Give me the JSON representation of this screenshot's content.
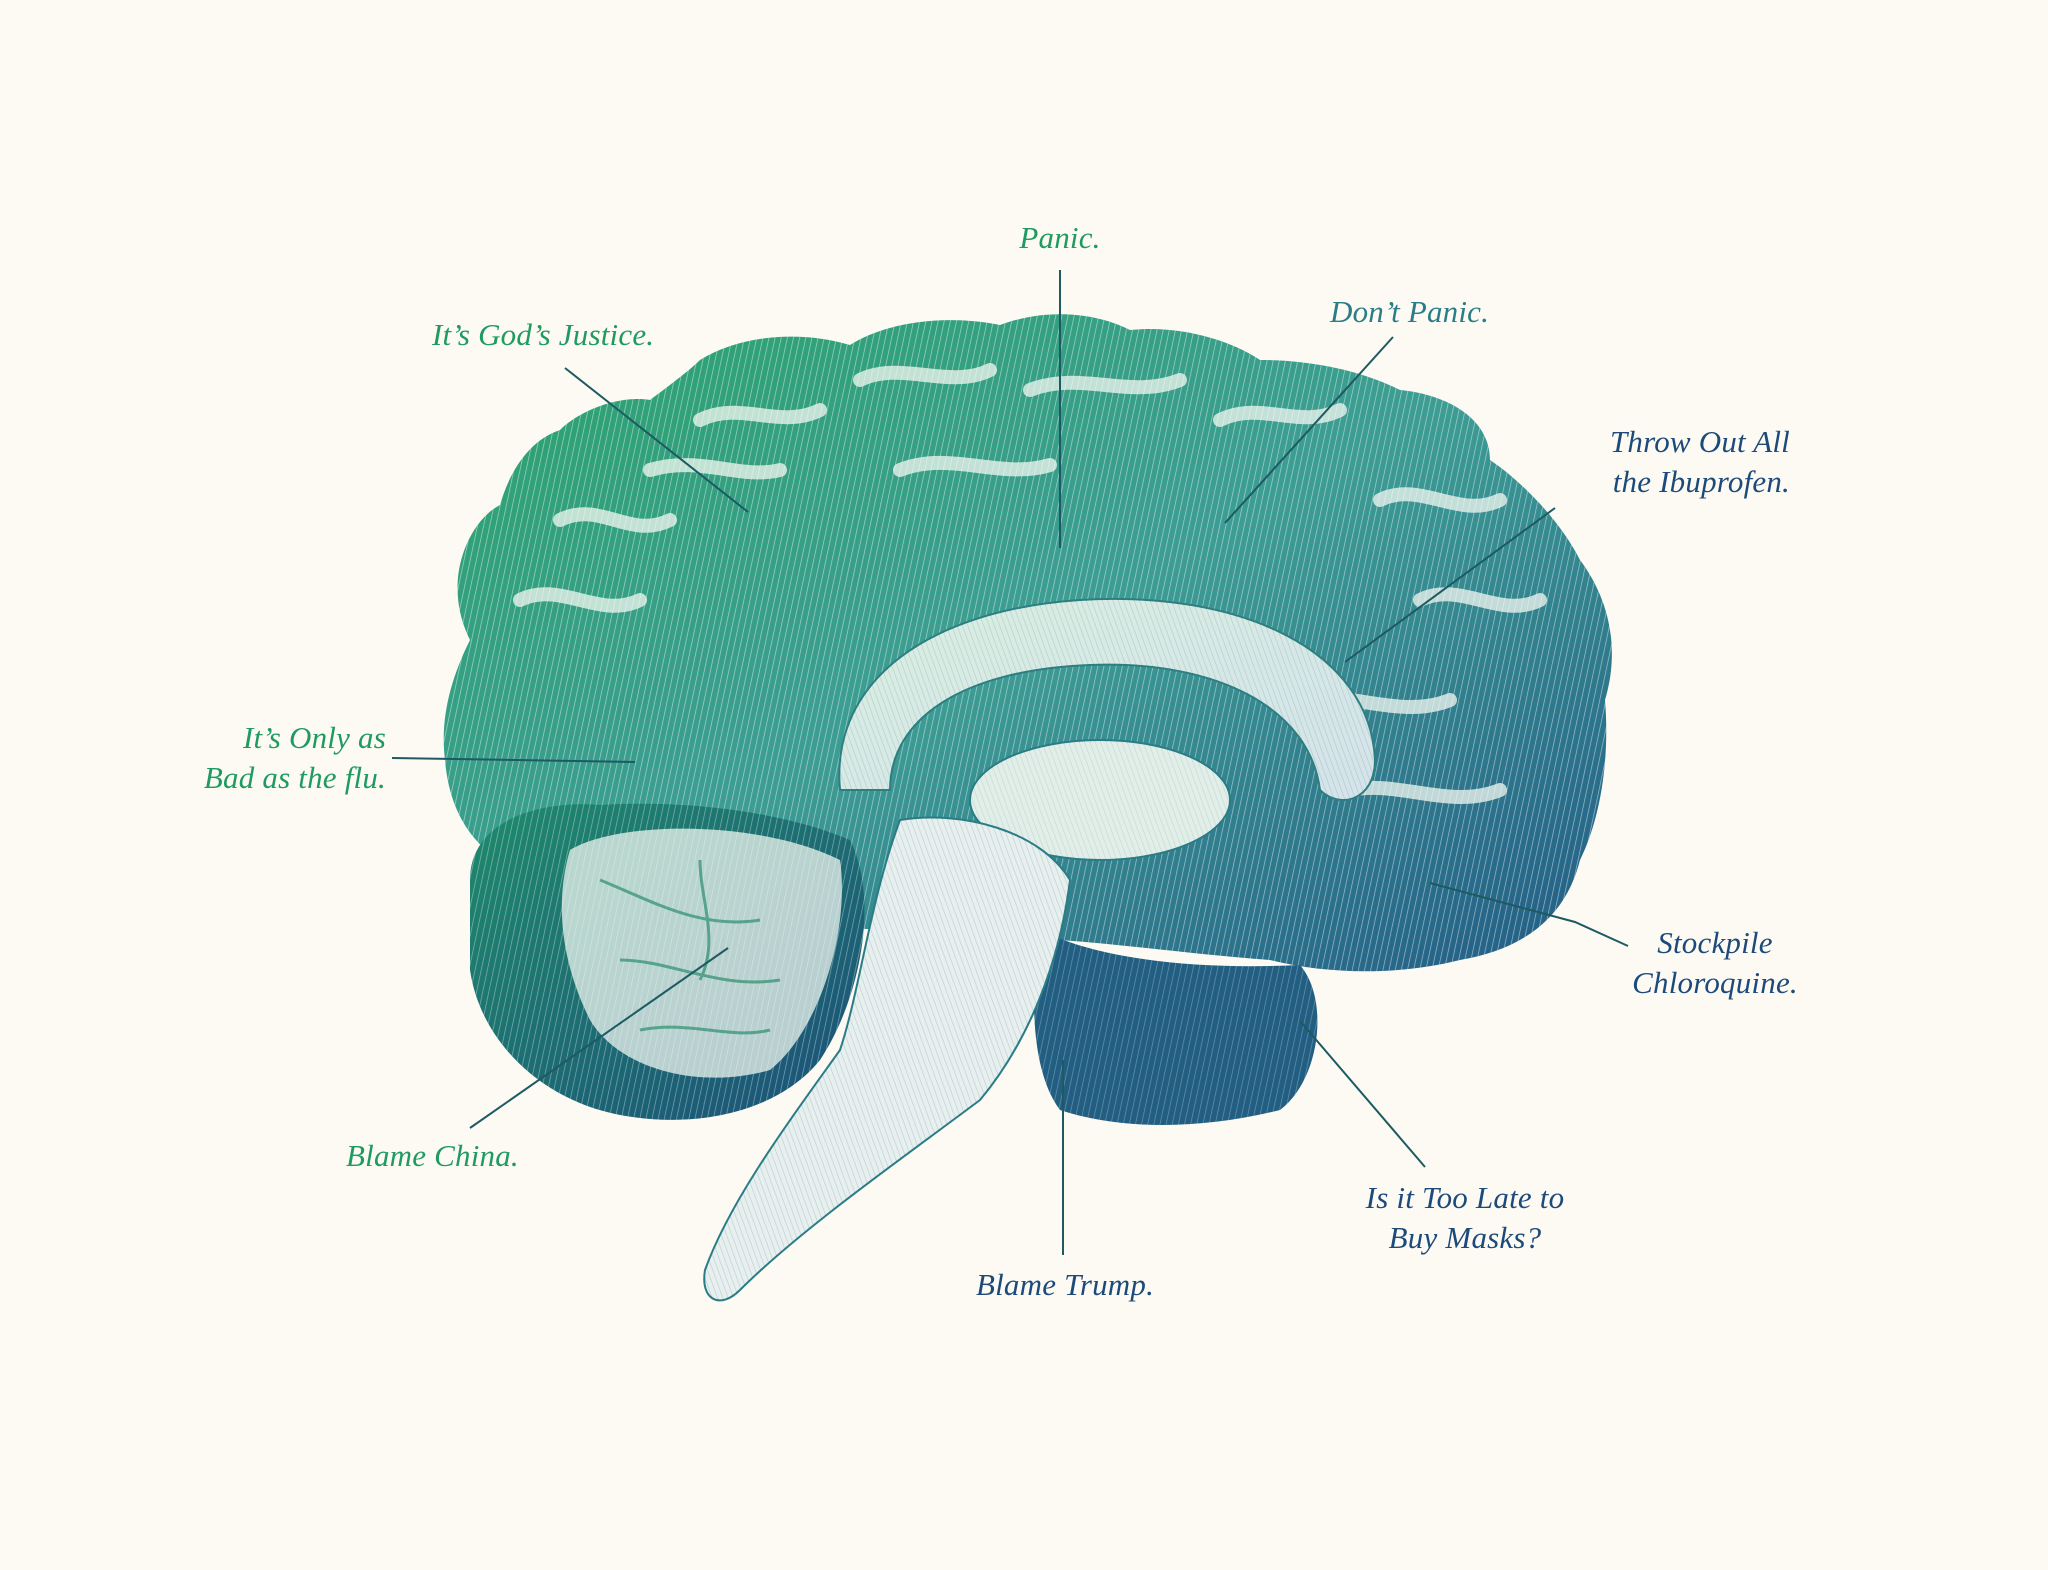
{
  "colors": {
    "background": "#fcfaf3",
    "green": "#1f9a61",
    "teal": "#2a7d86",
    "navy": "#1c4a7a",
    "leader_line": "#1d5a63"
  },
  "labels": {
    "panic": "Panic.",
    "gods_justice": "It’s God’s Justice.",
    "dont_panic": "Don’t Panic.",
    "ibuprofen": [
      "Throw Out All",
      "the Ibuprofen."
    ],
    "flu": [
      "It’s Only as",
      "Bad as the flu."
    ],
    "chloroquine": [
      "Stockpile",
      "Chloroquine."
    ],
    "china": "Blame China.",
    "trump": "Blame Trump.",
    "masks": [
      "Is it Too Late to",
      "Buy Masks?"
    ]
  },
  "illustration": {
    "subject": "brain-sagittal-section-engraving"
  }
}
